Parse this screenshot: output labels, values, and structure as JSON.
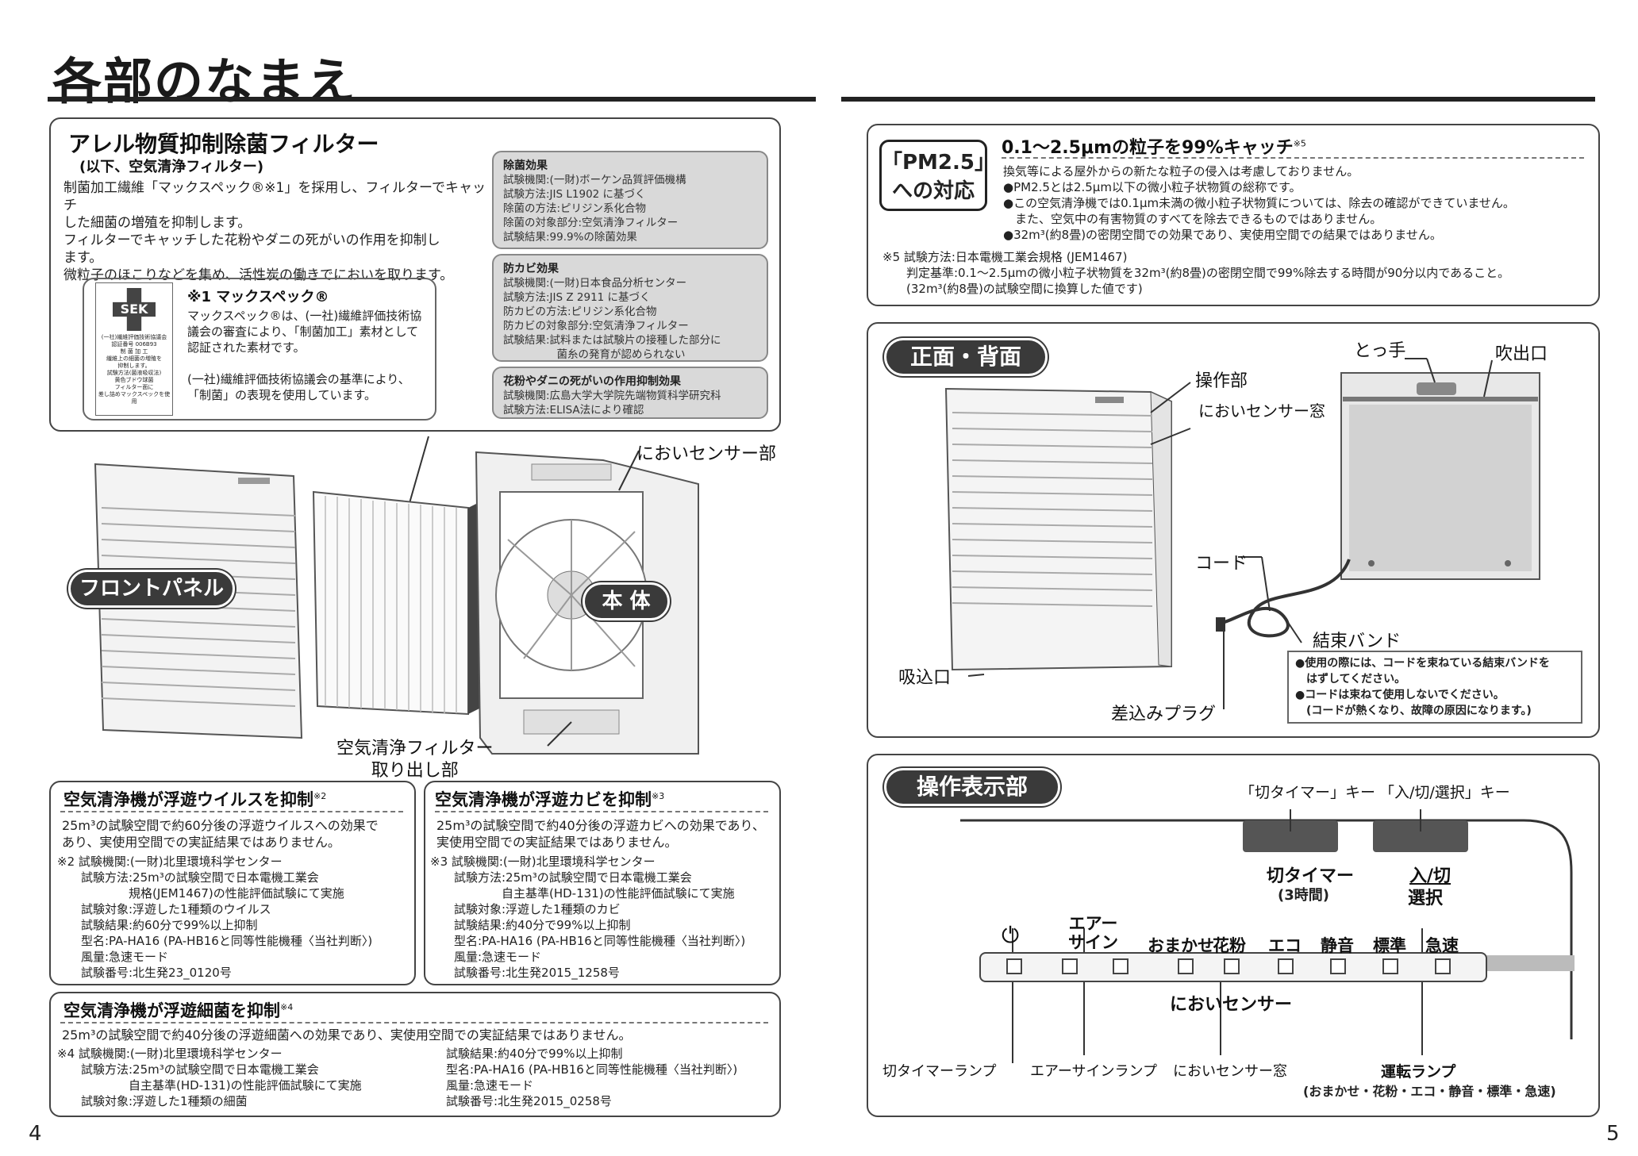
{
  "page_title": "各部のなまえ",
  "page_left": "4",
  "page_right": "5",
  "filter": {
    "title": "アレル物質抑制除菌フィルター",
    "subtitle": "(以下、空気清浄フィルター)",
    "body": "制菌加工繊維「マックスペック®※1」を採用し、フィルターでキャッチ\nした細菌の増殖を抑制します。\nフィルターでキャッチした花粉やダニの死がいの作用を抑制し\nます。\n微粒子のほこりなどを集め、活性炭の働きでにおいを取ります。",
    "sek_logo": "SEK",
    "sek_small": "(一社)繊維評価技術協議会\n認証番号 006B93\n制 菌 加 工\n繊維上の細菌の増殖を\n抑制します。\n試験方法(菌液吸収法)\n黄色ブドウ球菌\nフィルター面に\n差し詰めマックスペックを使用",
    "note_title": "※1 マックスペック®",
    "note_body": "マックスペック®は、(一社)繊維評価技術協\n議会の審査により、「制菌加工」素材として\n認証された素材です。\n\n(一社)繊維評価技術協議会の基準により、\n「制菌」の表現を使用しています。",
    "effect1_head": "除菌効果",
    "effect1_body": "試験機関:(一財)ボーケン品質評価機構\n試験方法:JIS L1902 に基づく\n除菌の方法:ピリジン系化合物\n除菌の対象部分:空気清浄フィルター\n試験結果:99.9%の除菌効果",
    "effect2_head": "防カビ効果",
    "effect2_body": "試験機関:(一財)日本食品分析センター\n試験方法:JIS Z 2911 に基づく\n防カビの方法:ピリジン系化合物\n防カビの対象部分:空気清浄フィルター\n試験結果:試料または試験片の接種した部分に\n　　　　　菌糸の発育が認められない",
    "effect3_head": "花粉やダニの死がいの作用抑制効果",
    "effect3_body": "試験機関:広島大学大学院先端物質科学研究科\n試験方法:ELISA法により確認"
  },
  "diagram_left": {
    "front_panel": "フロントパネル",
    "main_body": "本 体",
    "odor_sensor_part": "においセンサー部",
    "filter_removal": "空気清浄フィルター\n取り出し部"
  },
  "virus": {
    "title": "空気清浄機が浮遊ウイルスを抑制",
    "mark": "※2",
    "desc": "25m³の試験空間で約60分後の浮遊ウイルスへの効果で\nあり、実使用空間での実証結果ではありません。",
    "details": "※2 試験機関:(一財)北里環境科学センター\n　　試験方法:25m³の試験空間で日本電機工業会\n　　　　　　規格(JEM1467)の性能評価試験にて実施\n　　試験対象:浮遊した1種類のウイルス\n　　試験結果:約60分で99%以上抑制\n　　型名:PA-HA16 (PA-HB16と同等性能機種〈当社判断〉)\n　　風量:急速モード\n　　試験番号:北生発23_0120号"
  },
  "mold": {
    "title": "空気清浄機が浮遊カビを抑制",
    "mark": "※3",
    "desc": "25m³の試験空間で約40分後の浮遊カビへの効果であり、\n実使用空間での実証結果ではありません。",
    "details": "※3 試験機関:(一財)北里環境科学センター\n　　試験方法:25m³の試験空間で日本電機工業会\n　　　　　　自主基準(HD-131)の性能評価試験にて実施\n　　試験対象:浮遊した1種類のカビ\n　　試験結果:約40分で99%以上抑制\n　　型名:PA-HA16 (PA-HB16と同等性能機種〈当社判断〉)\n　　風量:急速モード\n　　試験番号:北生発2015_1258号"
  },
  "bacteria": {
    "title": "空気清浄機が浮遊細菌を抑制",
    "mark": "※4",
    "desc": "25m³の試験空間で約40分後の浮遊細菌への効果であり、実使用空間での実証結果ではありません。",
    "details_left": "※4 試験機関:(一財)北里環境科学センター\n　　試験方法:25m³の試験空間で日本電機工業会\n　　　　　　自主基準(HD-131)の性能評価試験にて実施\n　　試験対象:浮遊した1種類の細菌",
    "details_right": "試験結果:約40分で99%以上抑制\n型名:PA-HA16 (PA-HB16と同等性能機種〈当社判断〉)\n風量:急速モード\n試験番号:北生発2015_0258号"
  },
  "pm25": {
    "badge": "「PM2.5」\nへの対応",
    "title": "0.1〜2.5μmの粒子を99%キャッチ",
    "mark": "※5",
    "body": "換気等による屋外からの新たな粒子の侵入は考慮しておりません。\n●PM2.5とは2.5μm以下の微小粒子状物質の総称です。\n●この空気清浄機では0.1μm未満の微小粒子状物質については、除去の確認ができていません。\n　また、空気中の有害物質のすべてを除去できるものではありません。\n●32m³(約8畳)の密閉空間での効果であり、実使用空間での結果ではありません。",
    "note": "※5 試験方法:日本電機工業会規格 (JEM1467)\n　　判定基準:0.1〜2.5μmの微小粒子状物質を32m³(約8畳)の密閉空間で99%除去する時間が90分以内であること。\n　　(32m³(約8畳)の試験空間に換算した値です)"
  },
  "front_back": {
    "heading": "正面・背面",
    "operation": "操作部",
    "odor_window": "においセンサー窓",
    "handle": "とっ手",
    "outlet": "吹出口",
    "cord": "コード",
    "band": "結束バンド",
    "intake": "吸込口",
    "plug": "差込みプラグ",
    "warning": "●使用の際には、コードを束ねている結束バンドを\n　はずしてください。\n●コードは束ねて使用しないでください。\n　(コードが熱くなり、故障の原因になります。)"
  },
  "panel": {
    "heading": "操作表示部",
    "timer_key": "「切タイマー」キー",
    "power_key": "「入/切/選択」キー",
    "timer_label": "切タイマー",
    "timer_sub": "(3時間)",
    "power_label": "入/切",
    "select_label": "選択",
    "air_sign": "エアー\nサイン",
    "modes": [
      "おまかせ",
      "花粉",
      "エコ",
      "静音",
      "標準",
      "急速"
    ],
    "odor_sensor": "においセンサー",
    "timer_lamp": "切タイマーランプ",
    "air_lamp": "エアーサインランプ",
    "odor_window": "においセンサー窓",
    "run_lamp": "運転ランプ",
    "run_lamp_sub": "(おまかせ・花粉・エコ・静音・標準・急速)"
  }
}
